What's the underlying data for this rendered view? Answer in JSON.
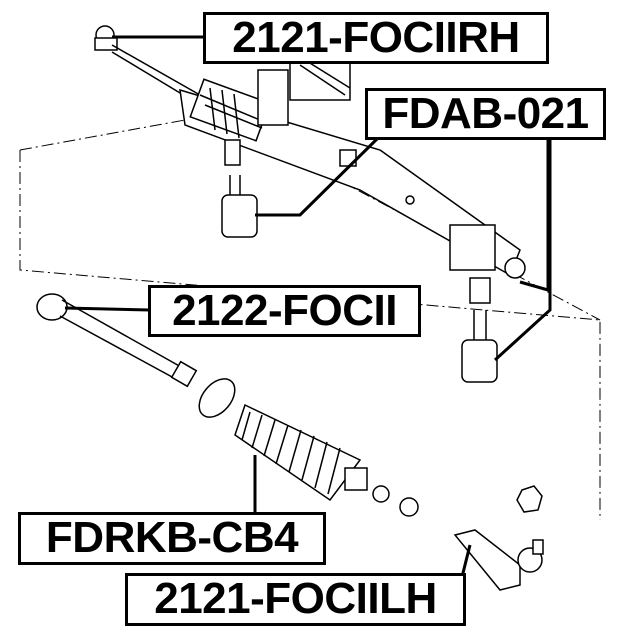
{
  "labels": {
    "tie_rod_end_rh": "2121-FOCIIRH",
    "rack_bushing": "FDAB-021",
    "inner_tie_rod": "2122-FOCII",
    "rack_boot": "FDRKB-CB4",
    "tie_rod_end_lh": "2121-FOCIILH"
  }
}
